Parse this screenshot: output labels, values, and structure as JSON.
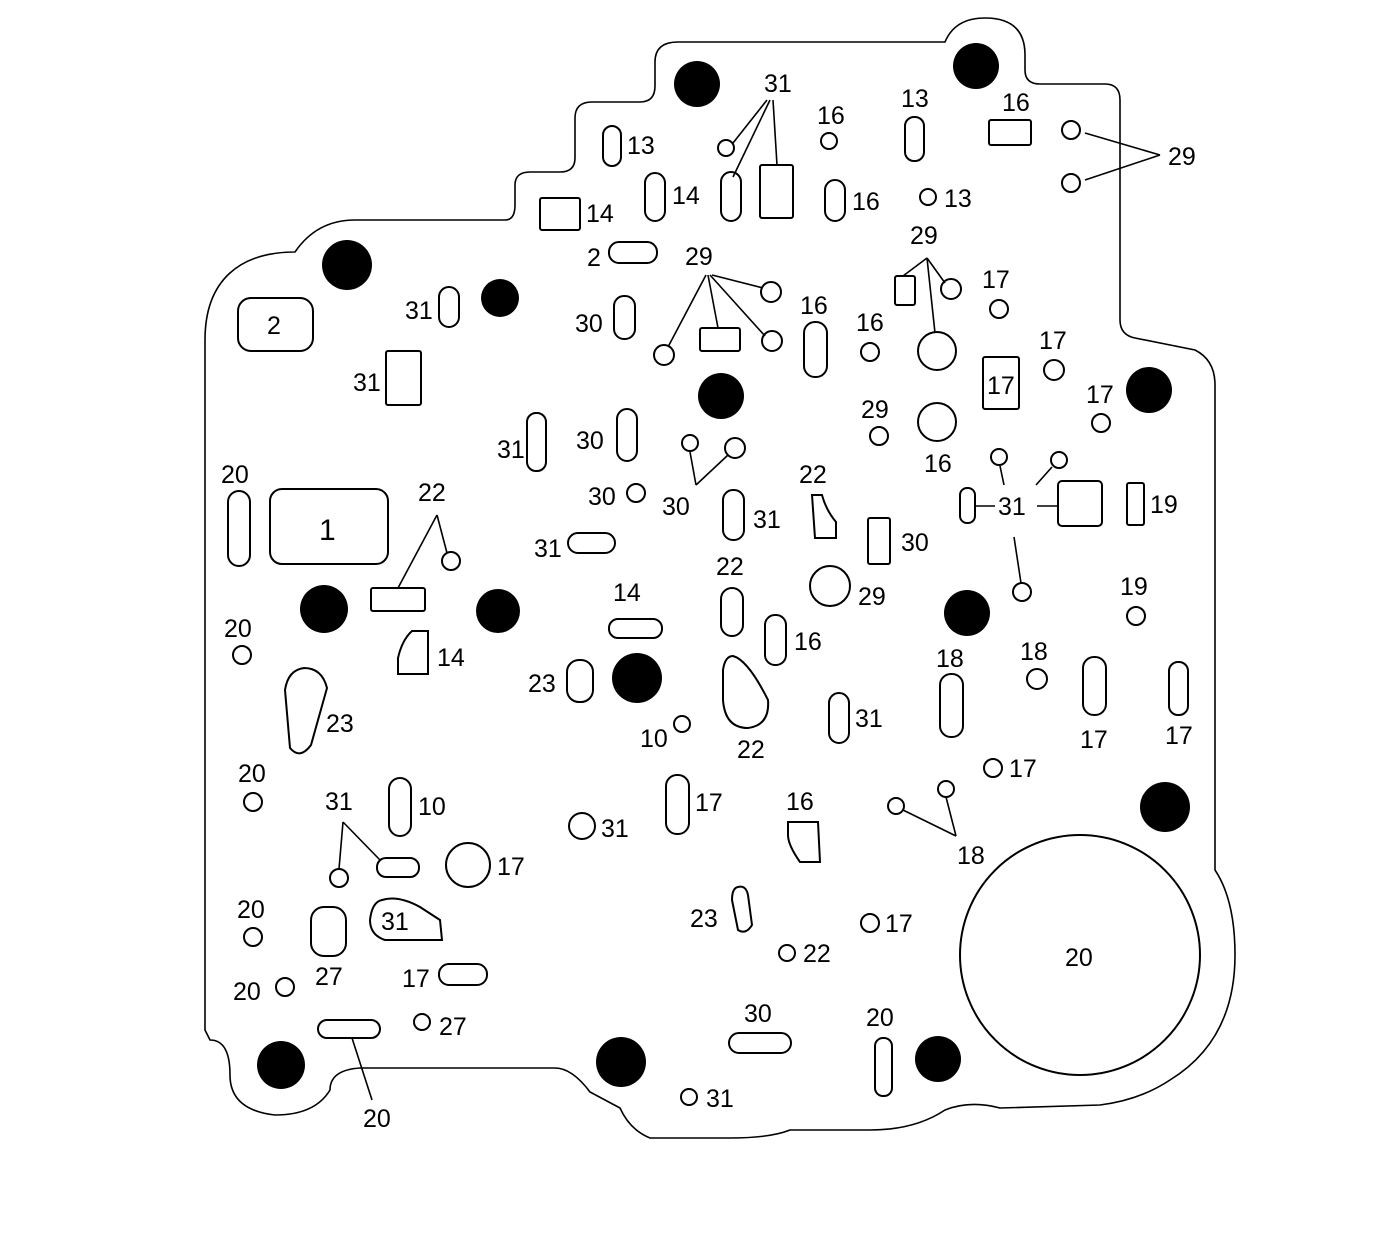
{
  "colors": {
    "line": "#000000",
    "background": "#ffffff",
    "bolt": "#000000"
  },
  "labels": {
    "top31": "31",
    "top16a": "16",
    "top13a": "13",
    "top16b": "16",
    "top29r": "29",
    "l13": "13",
    "l14": "14",
    "l16c": "16",
    "l13b": "13",
    "l14b": "14",
    "l2small": "2",
    "l29mid": "29",
    "l29right": "29",
    "l17a": "17",
    "box2": "2",
    "l31a": "31",
    "l30a": "30",
    "l16d": "16",
    "l16e": "16",
    "l31b": "31",
    "l17b": "17",
    "l17c": "17",
    "l17box": "17",
    "l29c": "29",
    "l16f": "16",
    "l31c": "31",
    "l30b": "30",
    "l30c": "30",
    "l30d": "30",
    "l22a": "22",
    "l31d": "31",
    "l31cross": "31",
    "l19a": "19",
    "l20a": "20",
    "box1": "1",
    "l22b": "22",
    "l31e": "31",
    "l30e": "30",
    "l22c": "22",
    "l29d": "29",
    "l19b": "19",
    "l14c": "14",
    "l20b": "20",
    "l14d": "14",
    "l16g": "16",
    "l18a": "18",
    "l18b": "18",
    "l23a": "23",
    "l23b": "23",
    "l10a": "10",
    "l22d": "22",
    "l31f": "31",
    "l17d": "17",
    "l17e": "17",
    "l20c": "20",
    "l17f": "17",
    "l31g": "31",
    "l10b": "10",
    "l17g": "17",
    "l31h": "31",
    "l16h": "16",
    "l18c": "18",
    "l17h": "17",
    "l20d": "20",
    "l31blob": "31",
    "l23c": "23",
    "l17i": "17",
    "l20big": "20",
    "l27a": "27",
    "l17j": "17",
    "l22e": "22",
    "l20e": "20",
    "l27b": "27",
    "l30f": "30",
    "l20f": "20",
    "l20g": "20",
    "l31i": "31"
  }
}
